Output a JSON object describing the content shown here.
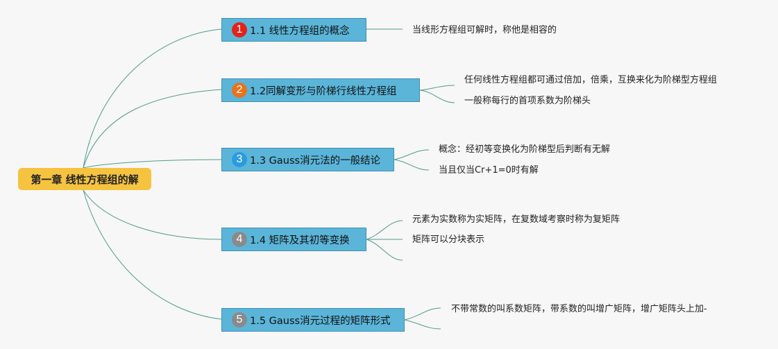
{
  "root": {
    "label": "第一章 线性方程组的解"
  },
  "topics": [
    {
      "badge": "1",
      "badge_color": "#e2231a",
      "label": "1.1 线性方程组的概念",
      "notes": [
        "当线形方程组可解时，称他是相容的"
      ]
    },
    {
      "badge": "2",
      "badge_color": "#e8731c",
      "label": "1.2同解变形与阶梯行线性方程组",
      "notes": [
        "任何线性方程组都可通过倍加，倍乘，互换来化为阶梯型方程组",
        "一般称每行的首项系数为阶梯头"
      ]
    },
    {
      "badge": "3",
      "badge_color": "#2a9be0",
      "label": "1.3 Gauss消元法的一般结论",
      "notes": [
        "概念：经初等变换化为阶梯型后判断有无解",
        "当且仅当Cr+1=0时有解"
      ]
    },
    {
      "badge": "4",
      "badge_color": "#8a8a8a",
      "label": "1.4 矩阵及其初等变换",
      "notes": [
        "元素为实数称为实矩阵，在复数域考察时称为复矩阵",
        "矩阵可以分块表示",
        ""
      ]
    },
    {
      "badge": "5",
      "badge_color": "#8a8a8a",
      "label": "1.5 Gauss消元过程的矩阵形式",
      "notes": [
        "不带常数的叫系数矩阵，带系数的叫增广矩阵，增广矩阵头上加-",
        ""
      ]
    }
  ],
  "colors": {
    "connector": "#4f9a8a",
    "topic_fill": "#5bb5d9",
    "root_fill": "#f5c340"
  }
}
